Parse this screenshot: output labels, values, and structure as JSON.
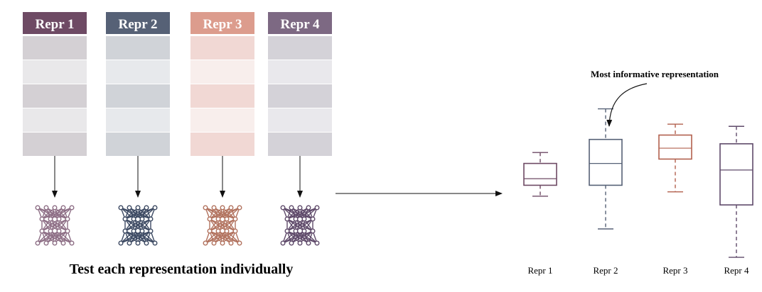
{
  "columns": [
    {
      "label": "Repr 1",
      "header_color": "#6e4a64",
      "row_colors": [
        "#d4d0d4",
        "#e9e8ea",
        "#d4d0d4",
        "#e9e8ea",
        "#d4d0d4"
      ],
      "net_color": "#8e6f86"
    },
    {
      "label": "Repr 2",
      "header_color": "#566176",
      "row_colors": [
        "#d0d3d8",
        "#e7e9ec",
        "#d0d3d8",
        "#e7e9ec",
        "#d0d3d8"
      ],
      "net_color": "#3d4a63"
    },
    {
      "label": "Repr 3",
      "header_color": "#dc9c8d",
      "row_colors": [
        "#f1d8d4",
        "#f8eeec",
        "#f1d8d4",
        "#f8eeec",
        "#f1d8d4"
      ],
      "net_color": "#b2735f"
    },
    {
      "label": "Repr 4",
      "header_color": "#7d6983",
      "row_colors": [
        "#d4d2d8",
        "#e9e8ec",
        "#d4d2d8",
        "#e9e8ec",
        "#d4d2d8"
      ],
      "net_color": "#5f4a6a"
    }
  ],
  "caption": "Test each representation individually",
  "annotation": "Most informative representation",
  "colors": {
    "arrow": "#111111",
    "text": "#000000"
  },
  "chart_data": {
    "type": "boxplot",
    "categories": [
      "Repr 1",
      "Repr 2",
      "Repr 3",
      "Repr 4"
    ],
    "series": [
      {
        "category": "Repr 1",
        "whisker_low": 0.4,
        "q1": 0.45,
        "median": 0.48,
        "q3": 0.55,
        "whisker_high": 0.6,
        "color": "#6e4a64"
      },
      {
        "category": "Repr 2",
        "whisker_low": 0.25,
        "q1": 0.45,
        "median": 0.55,
        "q3": 0.66,
        "whisker_high": 0.8,
        "color": "#566176"
      },
      {
        "category": "Repr 3",
        "whisker_low": 0.42,
        "q1": 0.57,
        "median": 0.62,
        "q3": 0.68,
        "whisker_high": 0.73,
        "color": "#b2604e"
      },
      {
        "category": "Repr 4",
        "whisker_low": 0.12,
        "q1": 0.36,
        "median": 0.52,
        "q3": 0.64,
        "whisker_high": 0.72,
        "color": "#5f4a6a"
      }
    ],
    "highlight": "Repr 2"
  }
}
